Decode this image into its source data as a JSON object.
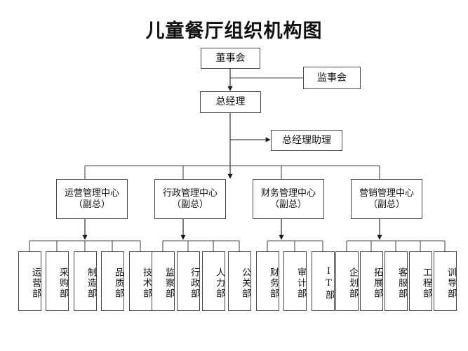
{
  "title": "儿童餐厅组织机构图",
  "nodes": {
    "board": "董事会",
    "supervisors": "监事会",
    "general_manager": "总经理",
    "gm_assistant": "总经理助理"
  },
  "centers": [
    {
      "name": "运营管理中心",
      "role": "（副总）"
    },
    {
      "name": "行政管理中心",
      "role": "（副总）"
    },
    {
      "name": "财务管理中心",
      "role": "（副总）"
    },
    {
      "name": "营销管理中心",
      "role": "（副总）"
    }
  ],
  "departments": {
    "operations": [
      "运营部",
      "采购部",
      "制造部",
      "品质部",
      "技术部"
    ],
    "administration": [
      "监察部",
      "行政部",
      "人力部",
      "公关部"
    ],
    "finance": [
      "财务部",
      "审计部",
      "IT部"
    ],
    "marketing": [
      "企划部",
      "拓展部",
      "客服部",
      "工程部",
      "训导部"
    ]
  },
  "colors": {
    "stroke": "#4a4a4a",
    "text": "#111111",
    "background": "#ffffff"
  }
}
